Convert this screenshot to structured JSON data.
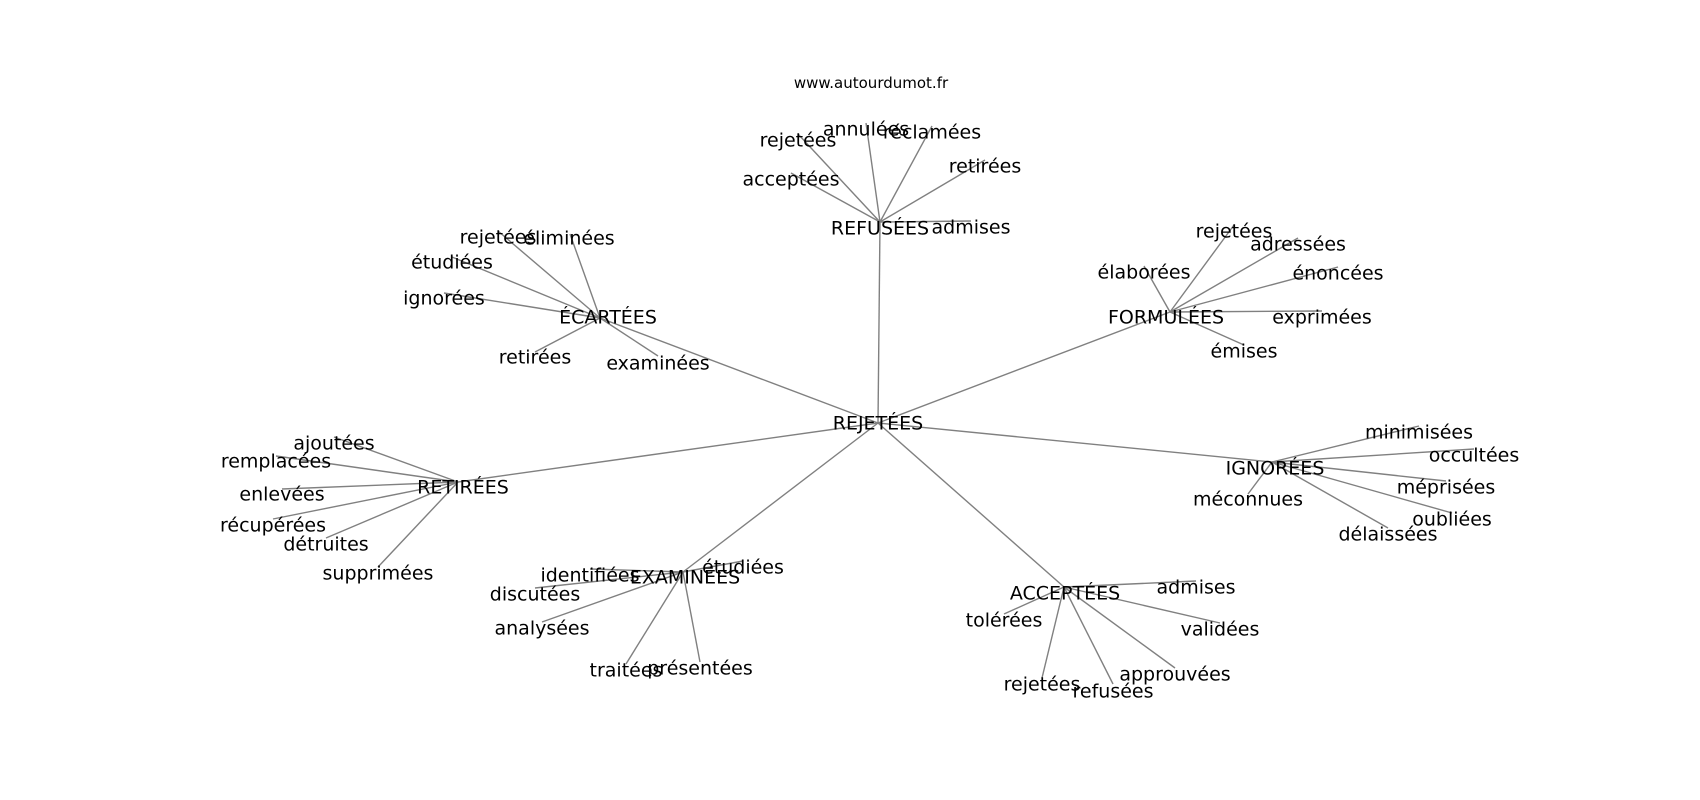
{
  "site": "www.autourdumot.fr",
  "center": "REJETÉES",
  "clusters": [
    {
      "label": "REFUSÉES",
      "leaves": [
        "annulées",
        "réclamées",
        "rejetées",
        "retirées",
        "acceptées",
        "admises"
      ]
    },
    {
      "label": "ÉCARTÉES",
      "leaves": [
        "rejetées",
        "éliminées",
        "étudiées",
        "ignorées",
        "retirées",
        "examinées"
      ]
    },
    {
      "label": "FORMULÉES",
      "leaves": [
        "rejetées",
        "adressées",
        "élaborées",
        "énoncées",
        "exprimées",
        "émises"
      ]
    },
    {
      "label": "RETIRÉES",
      "leaves": [
        "ajoutées",
        "remplacées",
        "enlevées",
        "récupérées",
        "détruites",
        "supprimées"
      ]
    },
    {
      "label": "IGNORÉES",
      "leaves": [
        "minimisées",
        "occultées",
        "méconnues",
        "méprisées",
        "oubliées",
        "délaissées"
      ]
    },
    {
      "label": "EXAMINÉES",
      "leaves": [
        "identifiées",
        "étudiées",
        "discutées",
        "analysées",
        "traitées",
        "présentées"
      ]
    },
    {
      "label": "ACCEPTÉES",
      "leaves": [
        "admises",
        "tolérées",
        "validées",
        "approuvées",
        "rejetées",
        "refusées"
      ]
    }
  ]
}
